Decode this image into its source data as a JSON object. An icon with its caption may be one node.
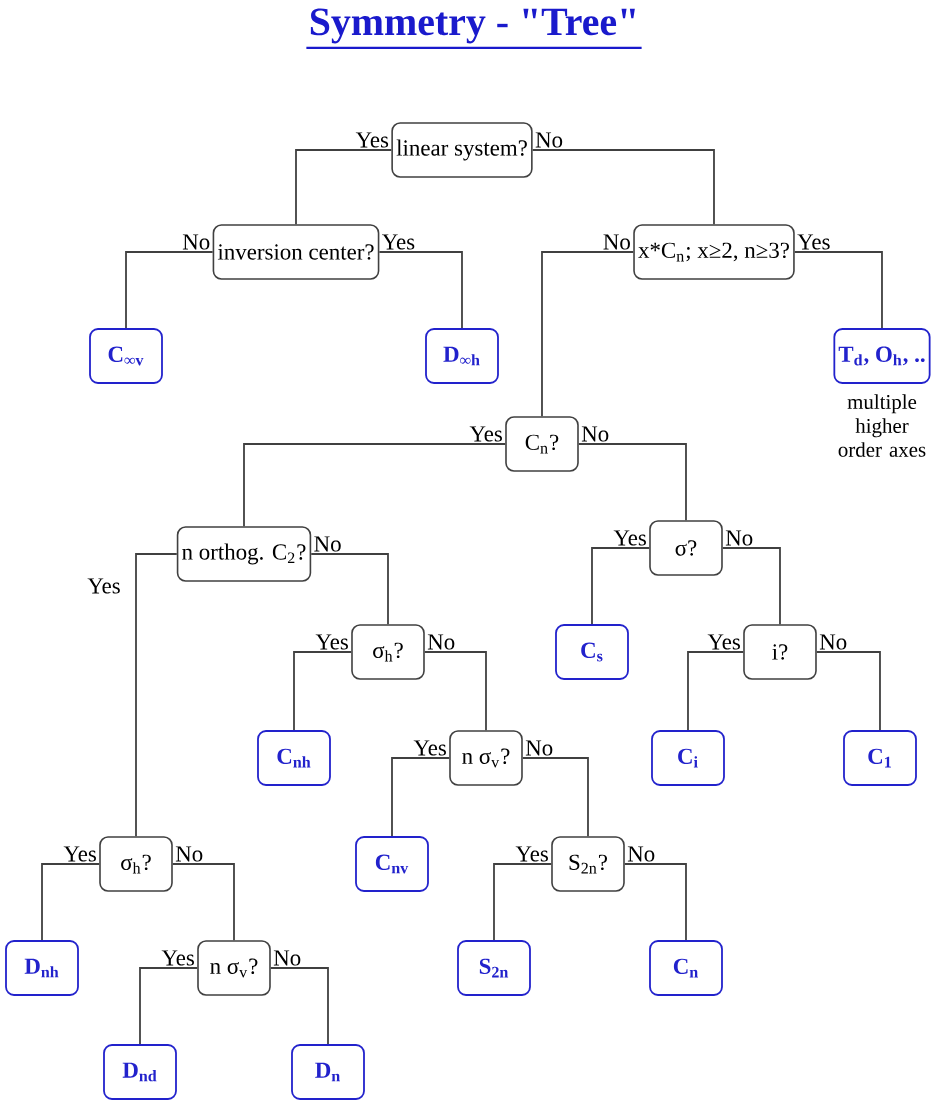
{
  "diagram": {
    "title": "Symmetry - \"Tree\"",
    "nodes": [
      {
        "text": [
          "linear system?"
        ]
      },
      {
        "text": [
          "inversion center?"
        ]
      },
      {
        "text": [
          "x*C$_{n}$; x≥2, n≥3?"
        ]
      },
      {
        "text": [
          "C$_{∞v}$"
        ]
      },
      {
        "text": [
          "D$_{∞h}$"
        ]
      },
      {
        "text": [
          "T$_{d}$, O$_{h}$, .."
        ],
        "beside": [
          "multiple higher order axes"
        ]
      },
      {
        "text": [
          "C$_{n}$?"
        ]
      },
      {
        "text": [
          "n orthog. C$_{2}$?"
        ]
      },
      {
        "text": [
          "σ?"
        ]
      },
      {
        "text": [
          "σ$_{h}$?"
        ]
      },
      {
        "text": [
          "C$_{s}$"
        ]
      },
      {
        "text": [
          "i?"
        ]
      },
      {
        "text": [
          "C$_{nh}$"
        ]
      },
      {
        "text": [
          "n σ$_{v}$?"
        ]
      },
      {
        "text": [
          "C$_{i}$"
        ]
      },
      {
        "text": [
          "C$_{1}$"
        ]
      },
      {
        "text": [
          "σ$_{h}$?"
        ]
      },
      {
        "text": [
          "C$_{nv}$"
        ]
      },
      {
        "text": [
          "S$_{2n}$?"
        ]
      },
      {
        "text": [
          "D$_{nh}$"
        ]
      },
      {
        "text": [
          "n σ$_{v}$?"
        ]
      },
      {
        "text": [
          "S$_{2n}$"
        ]
      },
      {
        "text": [
          "C$_{n}$"
        ]
      },
      {
        "text": [
          "D$_{nd}$"
        ]
      },
      {
        "text": [
          "D$_{n}$"
        ]
      }
    ],
    "edges": [
      {
        "from": 0,
        "to": 1,
        "arrow": "none",
        "label": "Yes"
      },
      {
        "from": 0,
        "to": 2,
        "arrow": "none",
        "label": "No"
      },
      {
        "from": 1,
        "to": 3,
        "arrow": "none",
        "label": "No"
      },
      {
        "from": 1,
        "to": 4,
        "arrow": "none",
        "label": "Yes"
      },
      {
        "from": 2,
        "to": 6,
        "arrow": "none",
        "label": "No"
      },
      {
        "from": 2,
        "to": 5,
        "arrow": "none",
        "label": "Yes"
      },
      {
        "from": 6,
        "to": 7,
        "arrow": "none",
        "label": "Yes"
      },
      {
        "from": 6,
        "to": 8,
        "arrow": "none",
        "label": "No"
      },
      {
        "from": 7,
        "to": 16,
        "arrow": "none",
        "label": "Yes"
      },
      {
        "from": 7,
        "to": 9,
        "arrow": "none",
        "label": "No"
      },
      {
        "from": 8,
        "to": 10,
        "arrow": "none",
        "label": "Yes"
      },
      {
        "from": 8,
        "to": 11,
        "arrow": "none",
        "label": "No"
      },
      {
        "from": 9,
        "to": 12,
        "arrow": "none",
        "label": "Yes"
      },
      {
        "from": 9,
        "to": 13,
        "arrow": "none",
        "label": "No"
      },
      {
        "from": 11,
        "to": 14,
        "arrow": "none",
        "label": "Yes"
      },
      {
        "from": 11,
        "to": 15,
        "arrow": "none",
        "label": "No"
      },
      {
        "from": 13,
        "to": 17,
        "arrow": "none",
        "label": "Yes"
      },
      {
        "from": 13,
        "to": 18,
        "arrow": "none",
        "label": "No"
      },
      {
        "from": 16,
        "to": 19,
        "arrow": "none",
        "label": "Yes"
      },
      {
        "from": 16,
        "to": 20,
        "arrow": "none",
        "label": "No"
      },
      {
        "from": 18,
        "to": 21,
        "arrow": "none",
        "label": "Yes"
      },
      {
        "from": 18,
        "to": 22,
        "arrow": "none",
        "label": "No"
      },
      {
        "from": 20,
        "to": 23,
        "arrow": "none",
        "label": "Yes"
      },
      {
        "from": 20,
        "to": 24,
        "arrow": "none",
        "label": "No"
      }
    ]
  }
}
